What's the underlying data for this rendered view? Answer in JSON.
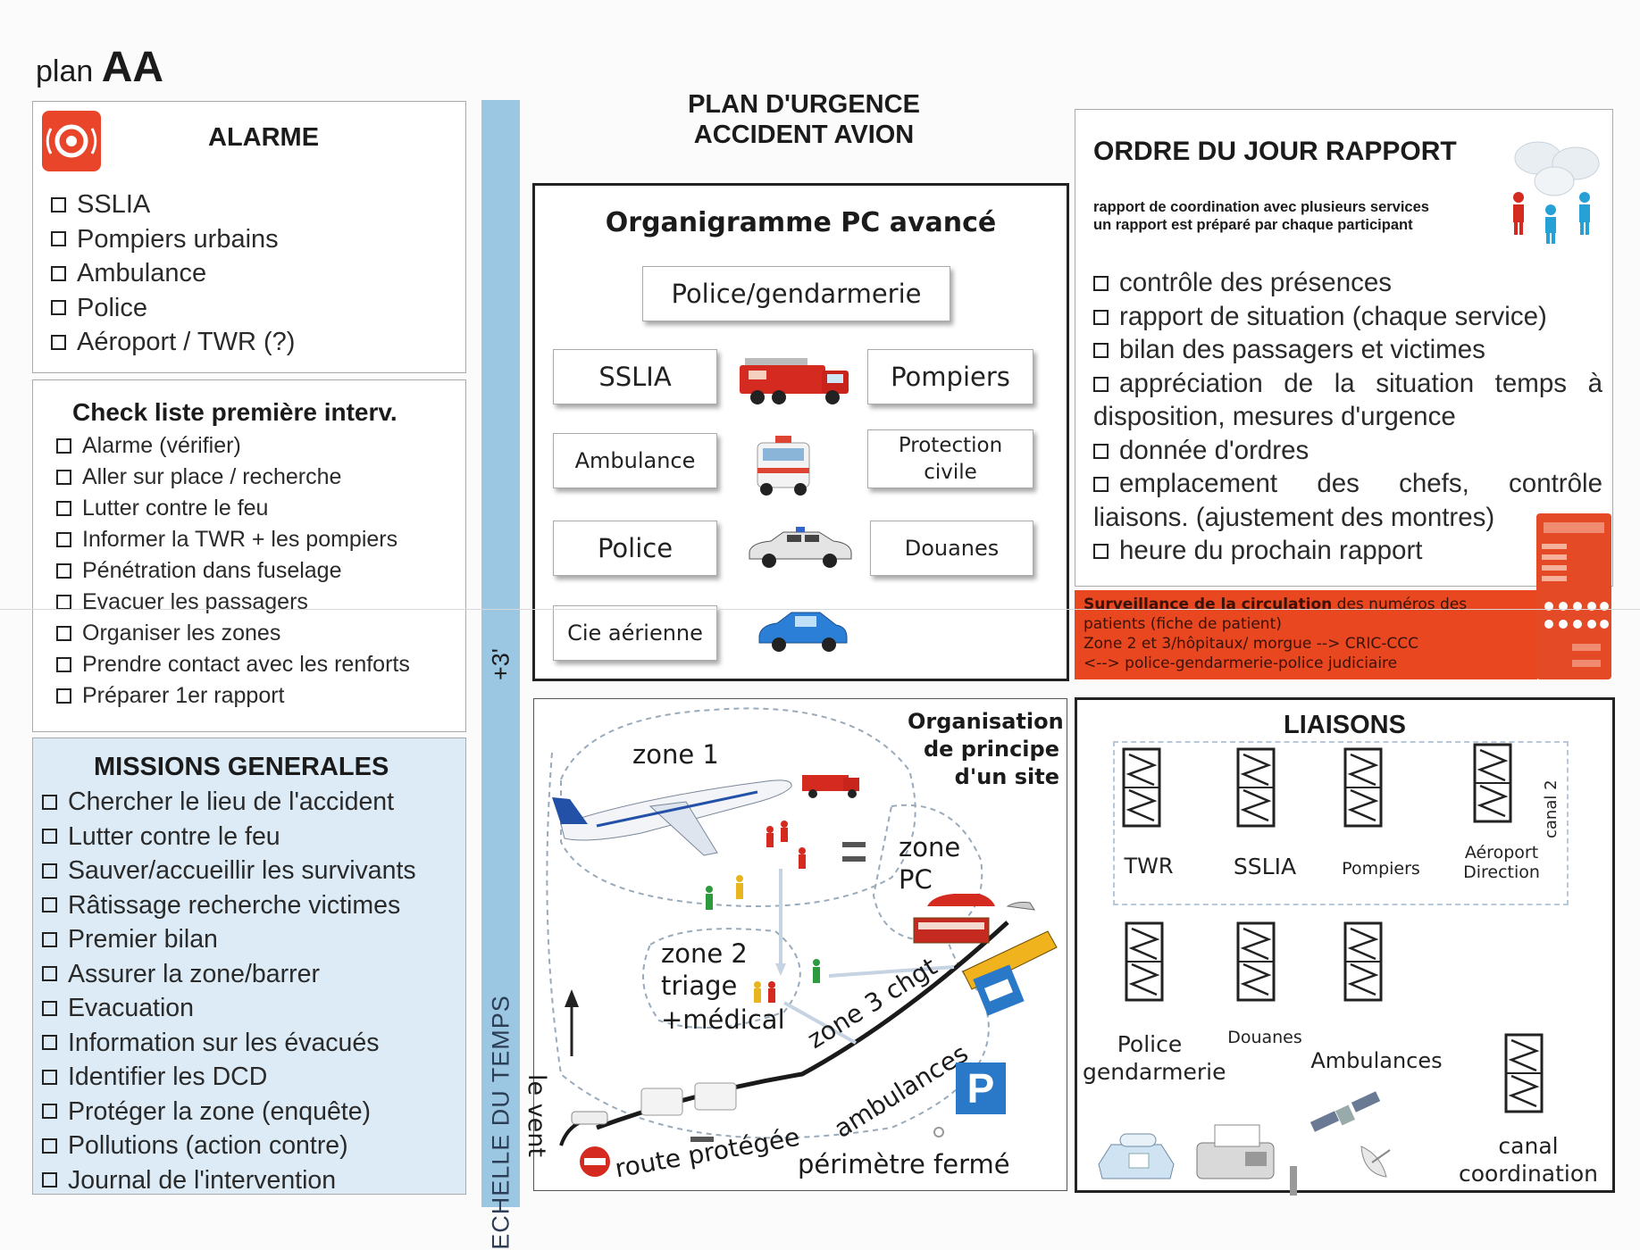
{
  "header": {
    "prefix": "plan",
    "code": "AA"
  },
  "title": {
    "line1": "PLAN D'URGENCE",
    "line2": "ACCIDENT AVION"
  },
  "alarm": {
    "title": "ALARME",
    "items": [
      "SSLIA",
      "Pompiers urbains",
      "Ambulance",
      "Police",
      "Aéroport / TWR (?)"
    ]
  },
  "checklist": {
    "title": "Check liste première interv.",
    "items": [
      "Alarme (vérifier)",
      "Aller  sur place / recherche",
      "Lutter contre le feu",
      "Informer la TWR + les pompiers",
      "Pénétration dans fuselage",
      "Evacuer les passagers",
      "Organiser les zones",
      "Prendre contact avec les renforts",
      "Préparer 1er rapport"
    ]
  },
  "missions": {
    "title": "MISSIONS GENERALES",
    "items": [
      "Chercher le lieu de l'accident",
      "Lutter contre le feu",
      "Sauver/accueillir les survivants",
      "Râtissage recherche victimes",
      "Premier bilan",
      "Assurer la zone/barrer",
      "Evacuation",
      "Information sur les évacués",
      "Identifier les DCD",
      "Protéger la zone (enquête)",
      "Pollutions (action contre)",
      "Journal de l'intervention"
    ]
  },
  "timescale": {
    "label": "ECHELLE DU TEMPS",
    "mark": "+3'"
  },
  "organigram": {
    "title": "Organigramme PC avancé",
    "top": "Police/gendarmerie",
    "left": [
      "SSLIA",
      "Ambulance",
      "Police",
      "Cie aérienne"
    ],
    "right": [
      "Pompiers",
      "Protection civile",
      "Douanes"
    ]
  },
  "agenda": {
    "title": "ORDRE DU JOUR RAPPORT",
    "sub1": "rapport de coordination avec plusieurs services",
    "sub2": "un rapport est préparé par chaque participant",
    "items": [
      "contrôle des présences",
      "rapport de situation (chaque service)",
      "bilan des passagers et victimes",
      "appréciation de la situation   temps à disposition, mesures d'urgence",
      "donnée d'ordres",
      "emplacement des chefs, contrôle liaisons. (ajustement des montres)",
      "heure du prochain rapport"
    ]
  },
  "surveillance": {
    "bold": "Surveillance de la circulation",
    "rest": " des numéros des patients  (fiche de patient)",
    "line2": "Zone 2 et 3/hôpitaux/ morgue --> CRIC-CCC",
    "line3": "<--> police-gendarmerie-police judiciaire"
  },
  "site": {
    "title": "Organisation de principe d'un site",
    "zone1": "zone 1",
    "zonepc": "zone PC",
    "zone2": "zone 2",
    "triage": "triage",
    "medical": "+médical",
    "zone3": "zone 3  chgt",
    "ambulances": "ambulances",
    "route": "route protégée",
    "perimetre": "périmètre fermé",
    "vent": "le vent",
    "parking": "P"
  },
  "liaisons": {
    "title": "LIAISONS",
    "row1": [
      "TWR",
      "SSLIA",
      "Pompiers",
      "Aéroport Direction"
    ],
    "canal2": "canal 2",
    "row2": [
      "Police gendarmerie",
      "Douanes",
      "Ambulances"
    ],
    "canal": "canal coordination"
  },
  "colors": {
    "alarm": "#e8452a",
    "timescale": "#9cc7e3",
    "missions_bg": "#dcebf6",
    "surveillance": "#e9471f",
    "parking": "#2a78c8"
  }
}
